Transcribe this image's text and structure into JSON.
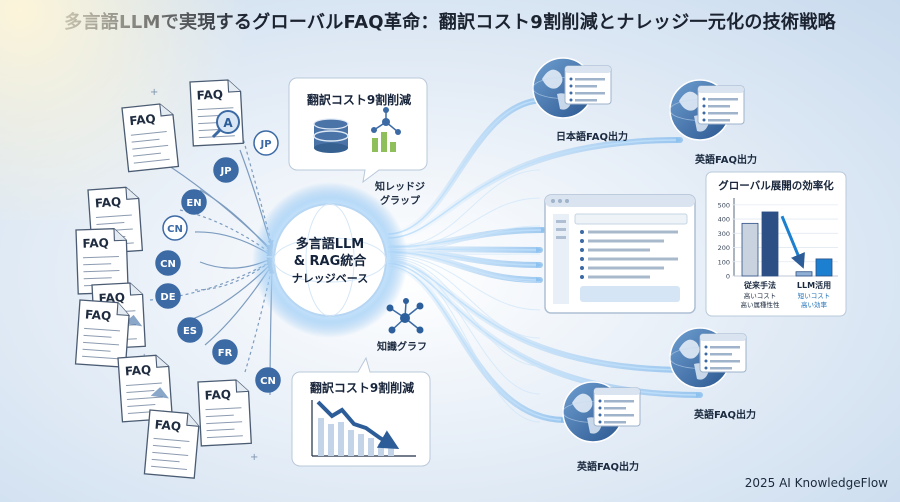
{
  "title": "多言語LLMで実現するグローバルFAQ革命：翻訳コスト9割削減とナレッジ一元化の技術戦略",
  "footer": "2025 AI KnowledgeFlow",
  "doc_label": "FAQ",
  "lang_badges": [
    "JP",
    "JP",
    "EN",
    "CN",
    "CN",
    "DE",
    "ES",
    "FR",
    "CN"
  ],
  "doc_badge": "A",
  "hub": {
    "line1": "多言語LLM",
    "line2": "& RAG統合",
    "line3": "ナレッジベース"
  },
  "callout_top": "翻訳コスト9割削減",
  "callout_bottom": "翻訳コスト9割削減",
  "graph_label_top": {
    "line1": "知レッドジ",
    "line2": "グラップ"
  },
  "graph_label_bottom": "知識グラフ",
  "outputs": {
    "jp": "日本語FAQ出力",
    "en1": "英語FAQ出力",
    "en2": "英語FAQ出力",
    "en3": "英語FAQ出力"
  },
  "chart_data": {
    "type": "bar",
    "title": "グローバル展開の効率化",
    "yticks": [
      "0",
      "100",
      "200",
      "300",
      "400",
      "500"
    ],
    "ylim": [
      0,
      520
    ],
    "groups": [
      {
        "label": "従来手法",
        "sub1": "高いコスト",
        "sub2": "高い属種性性",
        "values": [
          370,
          450
        ]
      },
      {
        "label": "LLM活用",
        "sub1": "短いコスト",
        "sub2": "高い効率",
        "values": [
          30,
          120
        ]
      }
    ],
    "colors": {
      "traditional": [
        "#c9d3df",
        "#2c4f86"
      ],
      "llm": [
        "#8fb0d4",
        "#1c7fd0"
      ]
    }
  },
  "colors": {
    "accent": "#2e5d92",
    "badge": "#3c6aa5",
    "flow": "#7fb8ec"
  }
}
